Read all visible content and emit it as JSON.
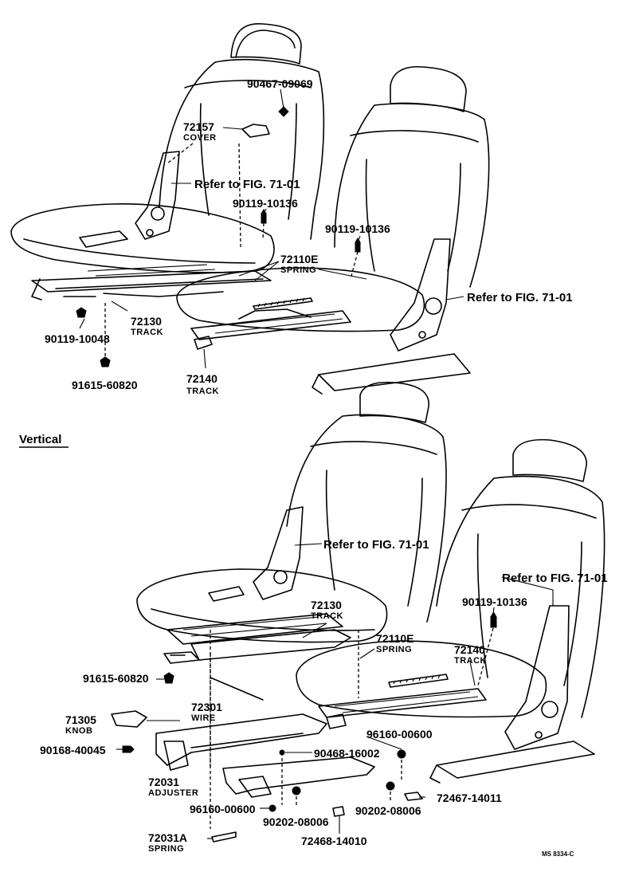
{
  "figure_code": "MS 8334-C",
  "upper": {
    "labels": {
      "p90467_09069": "90467-09069",
      "p72157": "72157",
      "p72157_sub": "COVER",
      "ref_a": "Refer to FIG. 71-01",
      "p90119_10136_a": "90119-10136",
      "p90119_10136_b": "90119-10136",
      "p72110E": "72110E",
      "p72110E_sub": "SPRING",
      "ref_b": "Refer to FIG. 71-01",
      "p72130": "72130",
      "p72130_sub": "TRACK",
      "p90119_10048": "90119-10048",
      "p91615_60820": "91615-60820",
      "p72140": "72140",
      "p72140_sub": "TRACK"
    }
  },
  "section_label": "Vertical",
  "lower": {
    "labels": {
      "ref_c": "Refer to FIG. 71-01",
      "ref_d": "Refer to FIG. 71-01",
      "p72130": "72130",
      "p72130_sub": "TRACK",
      "p90119_10136": "90119-10136",
      "p72110E": "72110E",
      "p72110E_sub": "SPRING",
      "p72140": "72140",
      "p72140_sub": "TRACK",
      "p91615_60820": "91615-60820",
      "p72301": "72301",
      "p72301_sub": "WIRE",
      "p71305": "71305",
      "p71305_sub": "KNOB",
      "p90168_40045": "90168-40045",
      "p96160_00600_a": "96160-00600",
      "p90468_16002": "90468-16002",
      "p72031": "72031",
      "p72031_sub": "ADJUSTER",
      "p72467_14011": "72467-14011",
      "p96160_00600_b": "96160-00600",
      "p90202_08006_a": "90202-08006",
      "p90202_08006_b": "90202-08006",
      "p72031A": "72031A",
      "p72031A_sub": "SPRING",
      "p72468_14010": "72468-14010"
    }
  }
}
